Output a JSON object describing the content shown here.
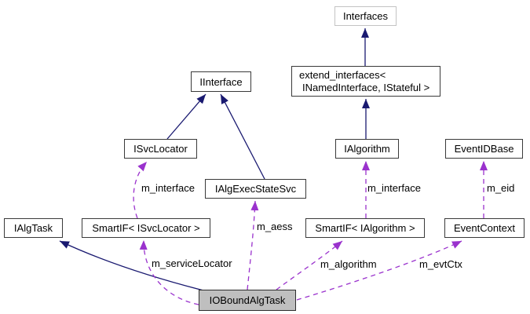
{
  "nodes": {
    "interfaces": {
      "label": "Interfaces"
    },
    "extend_interfaces": {
      "line1": "extend_interfaces<",
      "line2": "INamedInterface, IStateful >"
    },
    "iinterface": {
      "label": "IInterface"
    },
    "isvclocator": {
      "label": "ISvcLocator"
    },
    "ialgorithm": {
      "label": "IAlgorithm"
    },
    "eventidbase": {
      "label": "EventIDBase"
    },
    "ialgexecstatesvc": {
      "label": "IAlgExecStateSvc"
    },
    "ialgtask": {
      "label": "IAlgTask"
    },
    "smartif_isvclocator": {
      "label": "SmartIF< ISvcLocator >"
    },
    "smartif_ialgorithm": {
      "label": "SmartIF< IAlgorithm >"
    },
    "eventcontext": {
      "label": "EventContext"
    },
    "ioboundalgtask": {
      "label": "IOBoundAlgTask"
    }
  },
  "edge_labels": {
    "m_interface_left": "m_interface",
    "m_interface_right": "m_interface",
    "m_aess": "m_aess",
    "m_eid": "m_eid",
    "m_serviceLocator": "m_serviceLocator",
    "m_algorithm": "m_algorithm",
    "m_evtCtx": "m_evtCtx"
  },
  "colors": {
    "inheritance_arrow": "#191970",
    "usage_arrow": "#9a32cd",
    "node_border": "#3a3a3a",
    "interfaces_border": "#c3c3c3",
    "highlight_fill": "#bfbfbf",
    "node_fill": "#ffffff",
    "text": "#000000"
  }
}
